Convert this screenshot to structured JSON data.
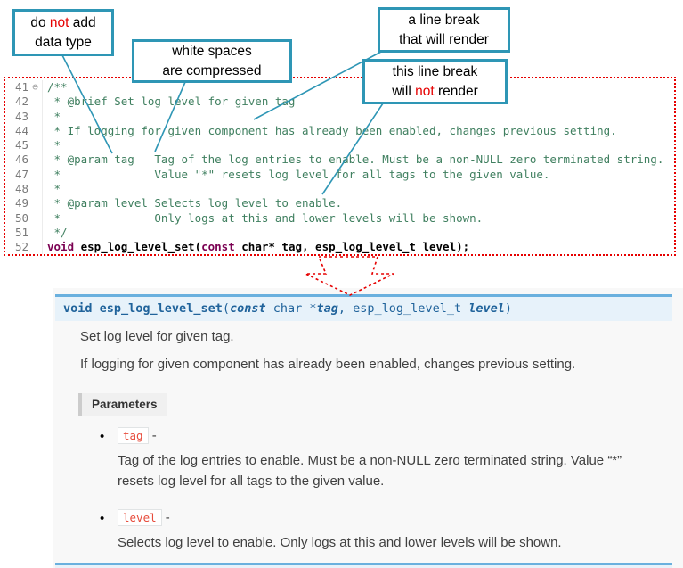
{
  "callouts": {
    "c1": {
      "l1_pre": "do ",
      "l1_red": "not",
      "l1_post": " add",
      "l2": "data type"
    },
    "c2": {
      "l1": "white spaces",
      "l2": "are  compressed"
    },
    "c3": {
      "l1": "a line break",
      "l2": "that will render"
    },
    "c4": {
      "l1": "this line break",
      "l2_pre": "will ",
      "l2_red": "not",
      "l2_post": " render"
    }
  },
  "editor": {
    "lines": [
      {
        "n": "41",
        "fold": "⊖",
        "parts": [
          {
            "t": "/**",
            "c": "cmt"
          }
        ]
      },
      {
        "n": "42",
        "parts": [
          {
            "t": " * @brief Set log level for given tag",
            "c": "cmt"
          }
        ]
      },
      {
        "n": "43",
        "parts": [
          {
            "t": " *",
            "c": "cmt"
          }
        ]
      },
      {
        "n": "44",
        "parts": [
          {
            "t": " * If logging for given component has already been enabled, changes previous setting.",
            "c": "cmt"
          }
        ]
      },
      {
        "n": "45",
        "parts": [
          {
            "t": " *",
            "c": "cmt"
          }
        ]
      },
      {
        "n": "46",
        "parts": [
          {
            "t": " * @param tag   Tag of the log entries to enable. Must be a non-NULL zero terminated string.",
            "c": "cmt"
          }
        ]
      },
      {
        "n": "47",
        "parts": [
          {
            "t": " *              Value \"*\" resets log level for all tags to the given value.",
            "c": "cmt"
          }
        ]
      },
      {
        "n": "48",
        "parts": [
          {
            "t": " *",
            "c": "cmt"
          }
        ]
      },
      {
        "n": "49",
        "parts": [
          {
            "t": " * @param level Selects log level to enable.",
            "c": "cmt"
          }
        ]
      },
      {
        "n": "50",
        "parts": [
          {
            "t": " *              Only logs at this and lower levels will be shown.",
            "c": "cmt"
          }
        ]
      },
      {
        "n": "51",
        "parts": [
          {
            "t": " */",
            "c": "cmt"
          }
        ]
      },
      {
        "n": "52",
        "parts": [
          {
            "t": "void",
            "c": "kw"
          },
          {
            "t": " esp_log_level_set(",
            "c": "fn"
          },
          {
            "t": "const",
            "c": "kw"
          },
          {
            "t": " char* tag, esp_log_level_t level);",
            "c": "fn"
          }
        ]
      }
    ]
  },
  "docs": {
    "signature": {
      "parts": [
        {
          "t": "void",
          "s": "kw"
        },
        {
          "t": " ",
          "s": "plain"
        },
        {
          "t": "esp_log_level_set",
          "s": "name"
        },
        {
          "t": "(",
          "s": "plain"
        },
        {
          "t": "const",
          "s": "kwi"
        },
        {
          "t": "  char *",
          "s": "plain"
        },
        {
          "t": "tag",
          "s": "param"
        },
        {
          "t": ", esp_log_level_t ",
          "s": "plain"
        },
        {
          "t": "level",
          "s": "param"
        },
        {
          "t": ")",
          "s": "plain"
        }
      ]
    },
    "para1": "Set log level for given tag.",
    "para2": "If logging for given component has already been enabled, changes previous setting.",
    "params_label": "Parameters",
    "params": [
      {
        "name": "tag",
        "dash": "-",
        "desc": "Tag of the log entries to enable. Must be a non-NULL zero terminated string. Value “*” resets log level for all tags to the given value."
      },
      {
        "name": "level",
        "dash": "-",
        "desc": "Selects log level to enable. Only logs at this and lower levels will be shown."
      }
    ]
  },
  "colors": {
    "callout_border": "#2e96b5",
    "annotation_red": "#e60000",
    "signature_bg": "#e7f2fa",
    "signature_border": "#6ab0de",
    "comment_green": "#3f7f5f",
    "keyword_purple": "#7b0052",
    "param_chip_text": "#e74c3c",
    "docs_bg": "#f8f8f8"
  }
}
